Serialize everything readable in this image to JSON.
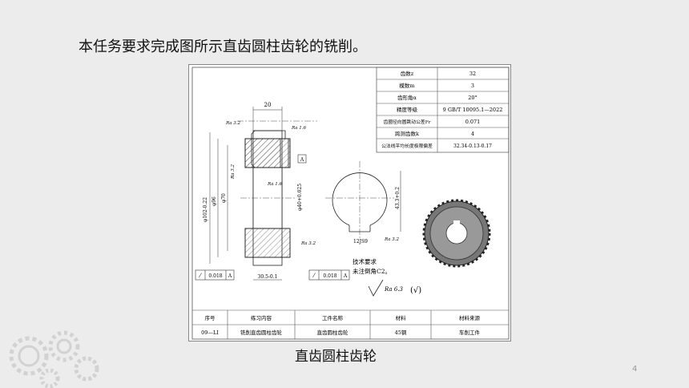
{
  "intro_text": "本任务要求完成图所示直齿圆柱齿轮的铣削。",
  "caption": "直齿圆柱齿轮",
  "page_number": "4",
  "params": [
    {
      "label": "齿数z",
      "value": "32"
    },
    {
      "label": "模数m",
      "value": "3"
    },
    {
      "label": "齿形角α",
      "value": "20°"
    },
    {
      "label": "精度等级",
      "value": "9 GB/T 10095.1—2022"
    },
    {
      "label": "齿圈径向圆跳动公差Fr",
      "value": "0.071"
    },
    {
      "label": "跨测齿数k",
      "value": "4"
    },
    {
      "label": "公法线平均长度极限偏差",
      "value": "32.34-0.13-0.17"
    }
  ],
  "bottom_table": {
    "headers": [
      "序号",
      "练习内容",
      "工件名称",
      "材料",
      "材料来源"
    ],
    "row": [
      "09—LI",
      "铣削直齿圆柱齿轮",
      "直齿圆柱齿轮",
      "45钢",
      "车削工件"
    ]
  },
  "drawing": {
    "dim_width": "20",
    "ra32_a": "Ra 3.2",
    "ra16_a": "Ra 1.6",
    "ra32_b": "Ra 3.2",
    "ra16_b": "Ra 1.6",
    "ra32_c": "Ra 3.2",
    "ra32_d": "Ra 3.2",
    "datum": "A",
    "d_outer": "φ102-0.22",
    "d_96": "φ96",
    "d_70": "φ70",
    "d_bore": "φ40+0.025",
    "keyway": "12JS9",
    "keyheight": "43.3+0.2",
    "tol1": "0.018",
    "tol1_ref": "A",
    "tol2": "0.018",
    "tol2_ref": "A",
    "dim_bottom": "30.5-0.1",
    "tech_title": "技术要求",
    "tech_line": "未注倒角C2。",
    "ra63": "Ra 6.3",
    "ra63_paren": "(√)"
  }
}
